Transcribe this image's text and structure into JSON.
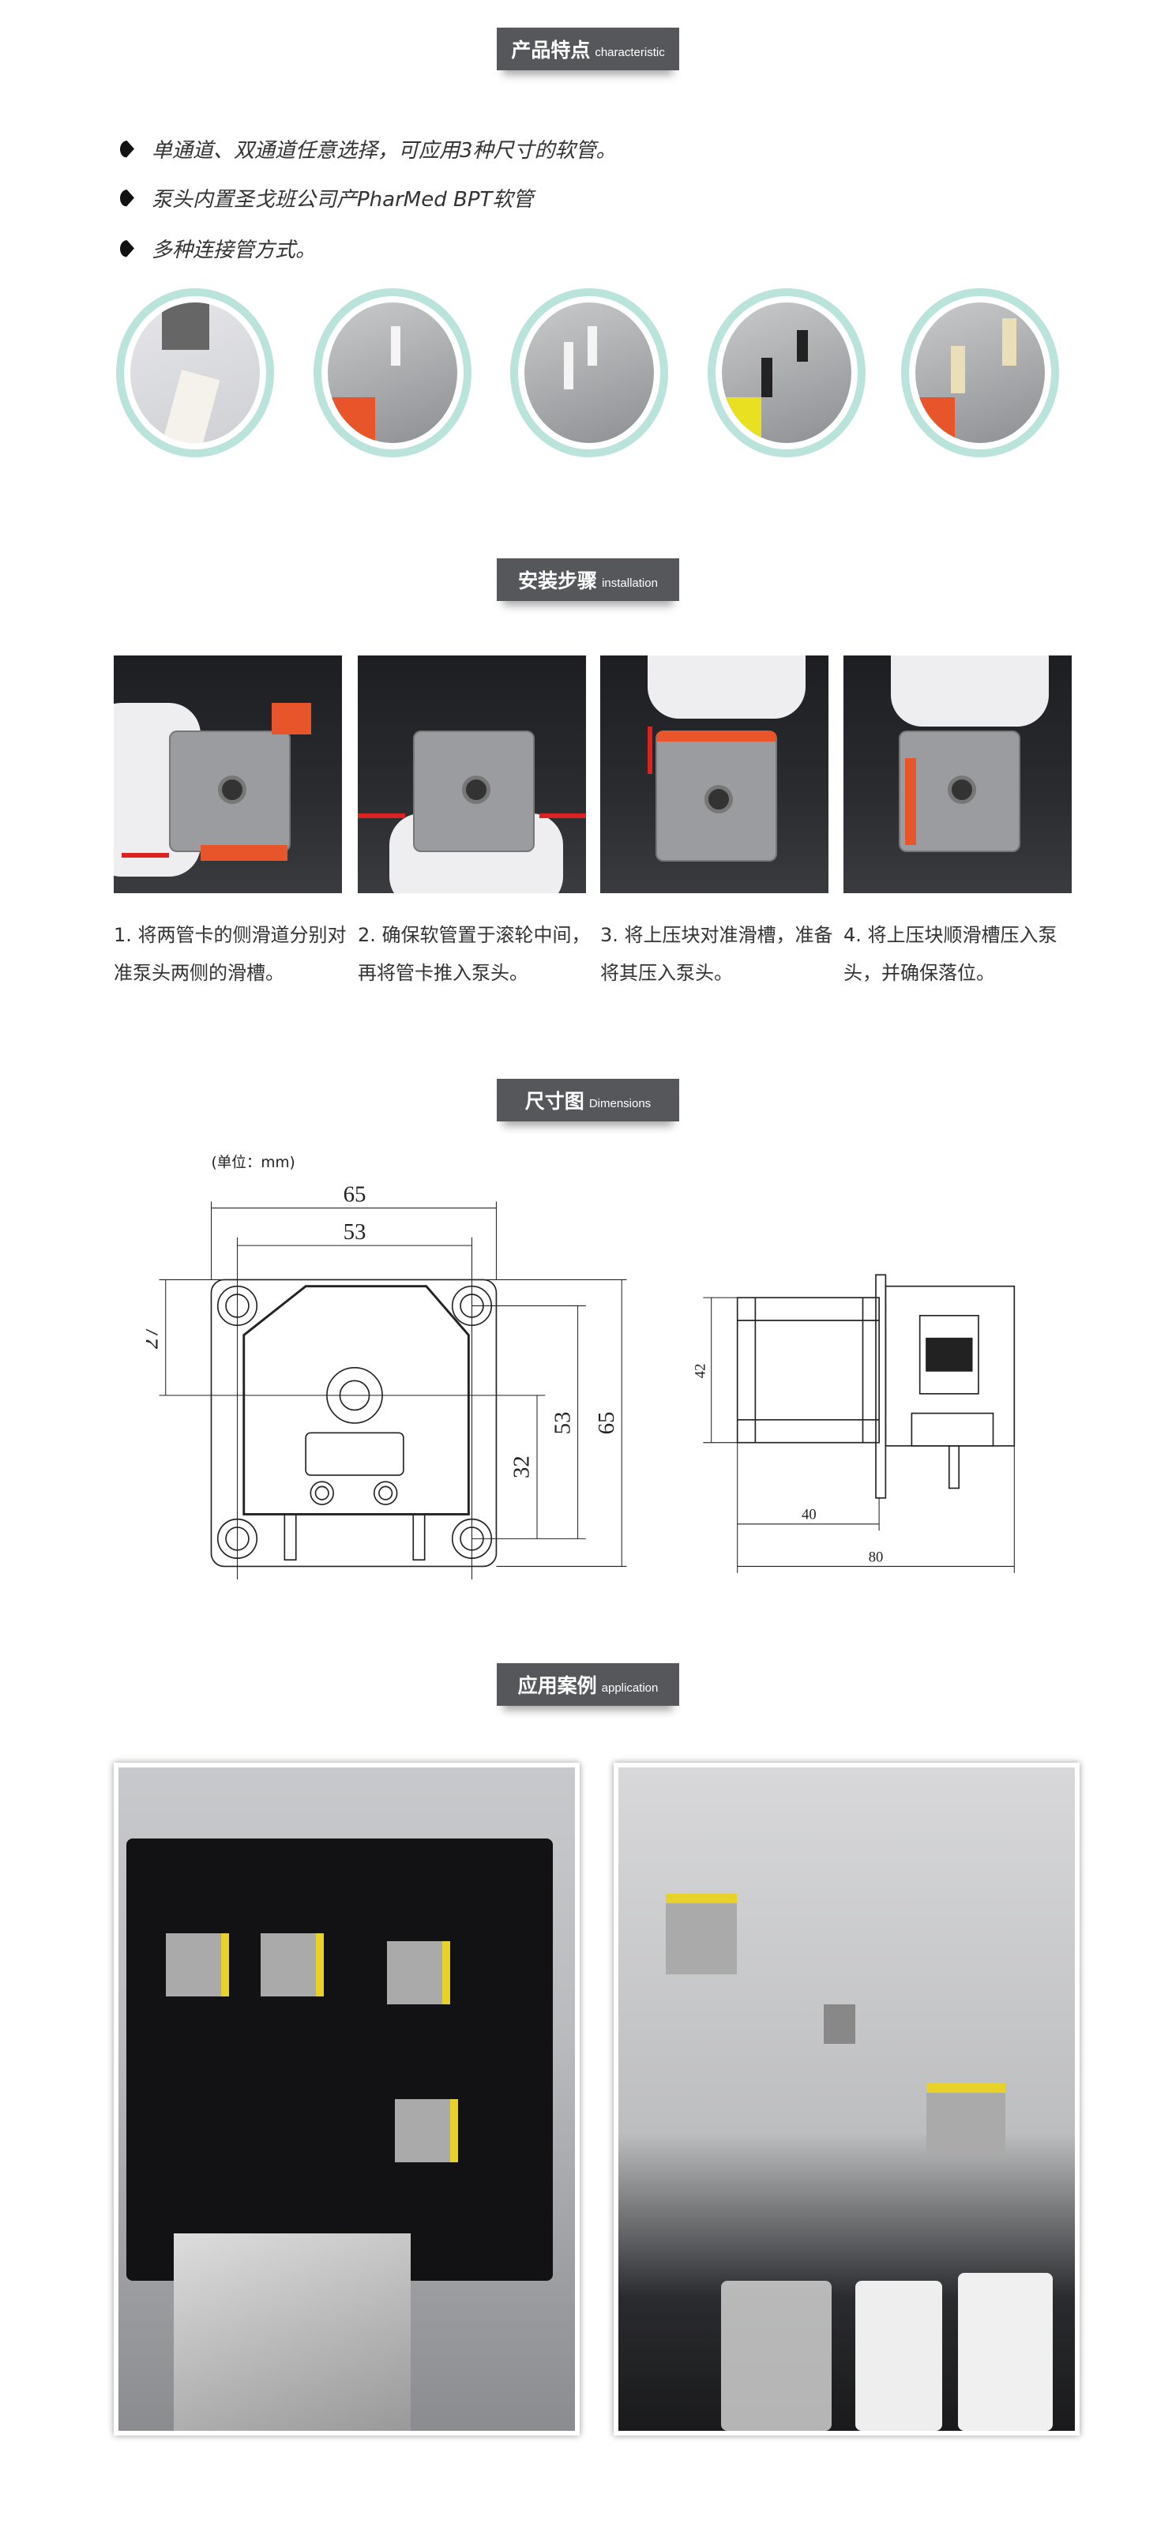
{
  "sections": {
    "features": {
      "title_cn": "产品特点",
      "title_en": "characteristic",
      "bullets": [
        "单通道、双通道任意选择，可应用3种尺寸的软管。",
        "泵头内置圣戈班公司产PharMed BPT软管",
        "多种连接管方式。"
      ],
      "ring_color": "#b9e3db"
    },
    "installation": {
      "title_cn": "安装步骤",
      "title_en": "installation",
      "steps": [
        {
          "line1": "1. 将两管卡的侧滑道分别对",
          "line2": "准泵头两侧的滑槽。"
        },
        {
          "line1": "2. 确保软管置于滚轮中间，",
          "line2": "再将管卡推入泵头。"
        },
        {
          "line1": "3. 将上压块对准滑槽，准备",
          "line2": "将其压入泵头。"
        },
        {
          "line1": "4. 将上压块顺滑槽压入泵",
          "line2": "头，并确保落位。"
        }
      ]
    },
    "dimensions": {
      "title_cn": "尺寸图",
      "title_en": "Dimensions",
      "unit": "(单位：mm)",
      "front": {
        "width_outer": "65",
        "width_inner": "53",
        "left_27": "27",
        "right_32": "32",
        "right_53": "53",
        "right_65": "65"
      },
      "side": {
        "height": "42",
        "motor_len": "40",
        "total_len": "80"
      }
    },
    "application": {
      "title_cn": "应用案例",
      "title_en": "application"
    }
  },
  "colors": {
    "header_bg": "#55575b",
    "accent_orange": "#e8552a",
    "accent_yellow": "#f0e030"
  }
}
